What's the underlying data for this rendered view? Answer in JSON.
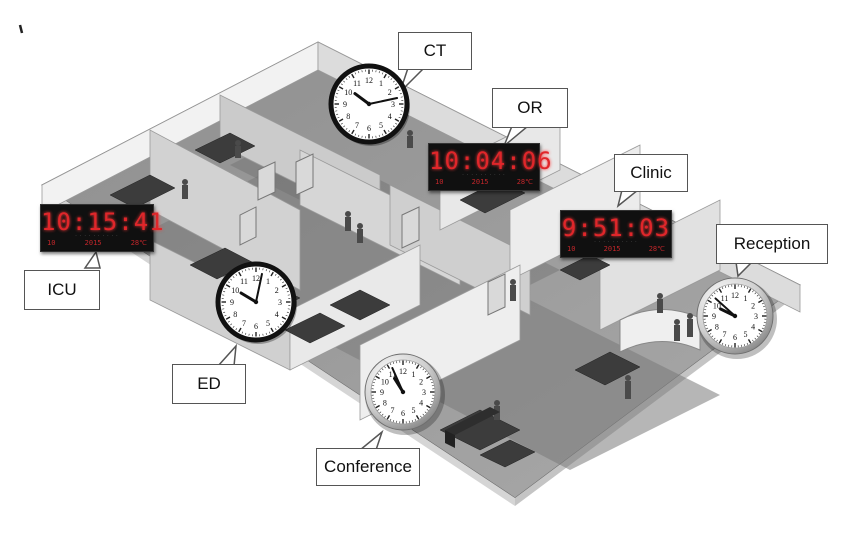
{
  "labels": {
    "ct": "CT",
    "or": "OR",
    "clinic": "Clinic",
    "icu": "ICU",
    "ed": "ED",
    "reception": "Reception",
    "conference": "Conference"
  },
  "digital_clocks": {
    "icu": {
      "time": "10:15:41",
      "sub_left": "10",
      "sub_mid": "2015",
      "sub_right": "28℃"
    },
    "or": {
      "time": "10:04:06",
      "sub_left": "10",
      "sub_mid": "2015",
      "sub_right": "28℃"
    },
    "clinic": {
      "time": "9:51:03",
      "sub_left": "10",
      "sub_mid": "2015",
      "sub_right": "28℃"
    }
  },
  "analog_clocks": {
    "ct": {
      "hour": 10,
      "minute": 13
    },
    "ed": {
      "hour": 10,
      "minute": 2
    },
    "reception": {
      "hour": 9,
      "minute": 52
    },
    "conference": {
      "hour": 10,
      "minute": 56
    }
  },
  "dial_numbers": [
    "12",
    "1",
    "2",
    "3",
    "4",
    "5",
    "6",
    "7",
    "8",
    "9",
    "10",
    "11"
  ]
}
